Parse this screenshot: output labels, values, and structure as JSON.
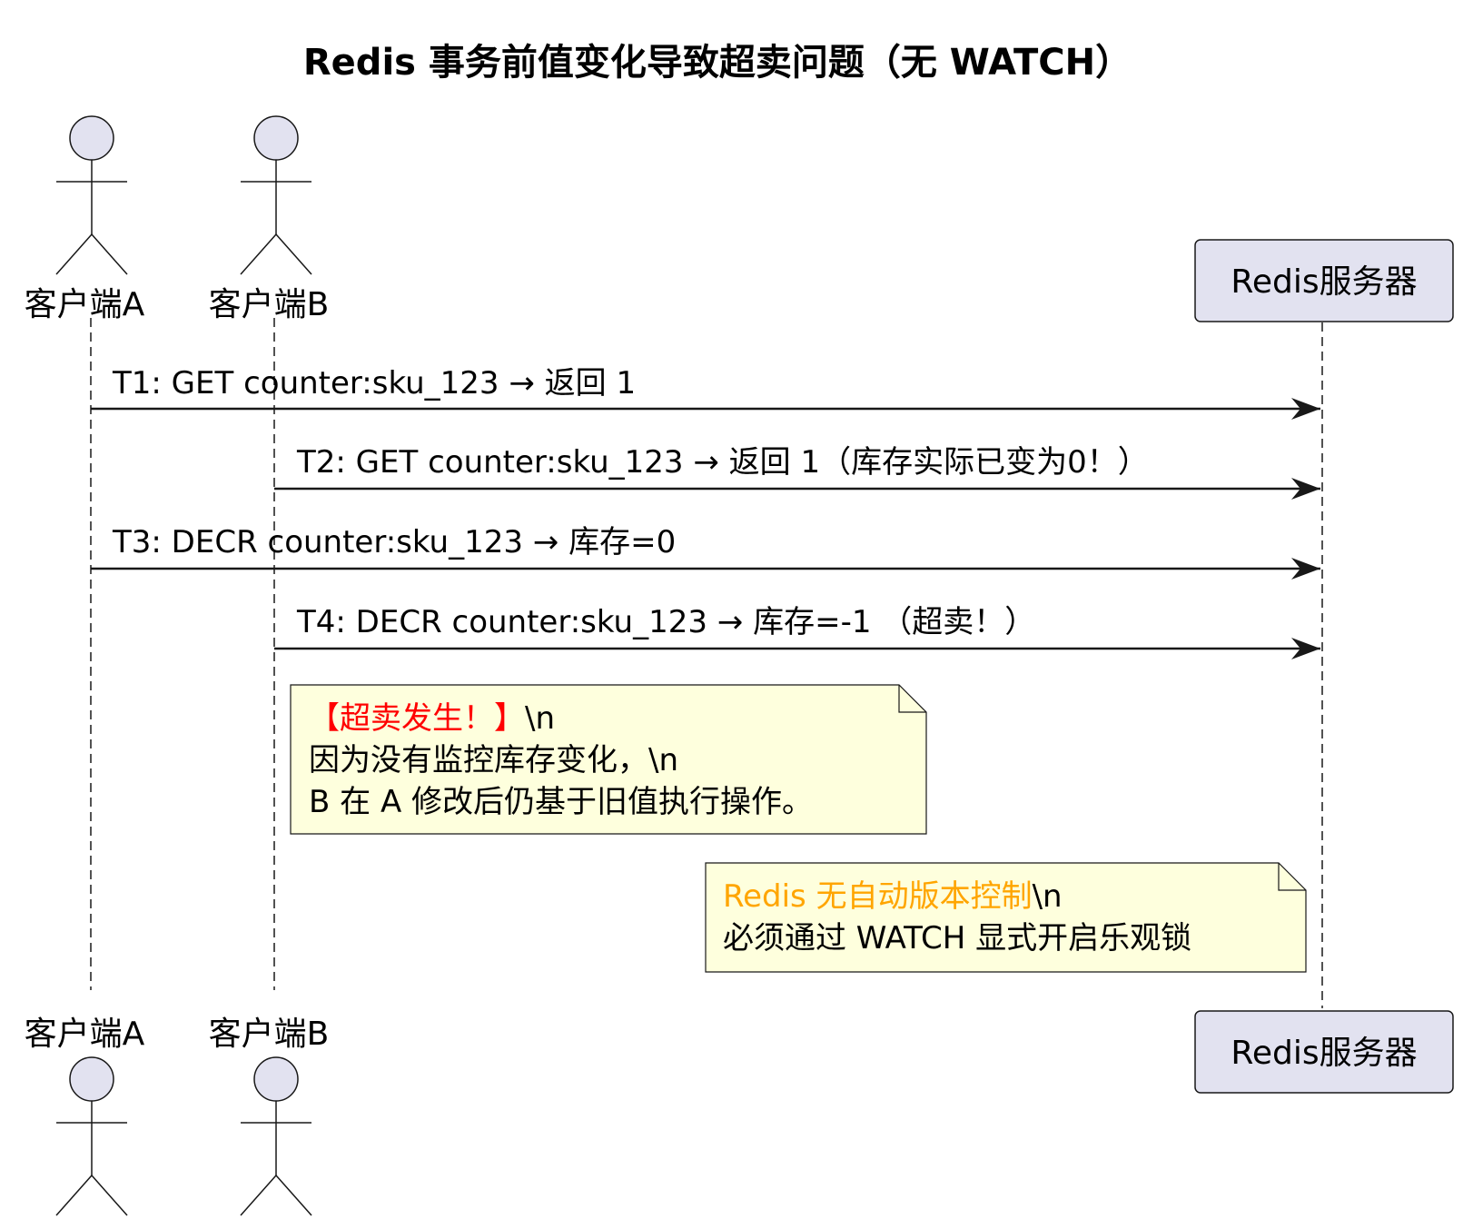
{
  "title": "Redis 事务前值变化导致超卖问题（无 WATCH）",
  "colors": {
    "actor_fill": "#E2E2F0",
    "participant_fill": "#E2E2F0",
    "note_fill": "#FEFFDD",
    "line": "#181818",
    "red": "#FF0000",
    "orange": "#FFA500"
  },
  "participants": {
    "client_a": "客户端A",
    "client_b": "客户端B",
    "redis": "Redis服务器"
  },
  "messages": [
    {
      "label": "T1: GET counter:sku_123 → 返回 1"
    },
    {
      "label": "T2: GET counter:sku_123 → 返回 1（库存实际已变为0！）"
    },
    {
      "label": "T3: DECR counter:sku_123 → 库存=0"
    },
    {
      "label": "T4: DECR counter:sku_123 → 库存=-1 （超卖！）"
    }
  ],
  "note1": {
    "highlight": "【超卖发生！】",
    "line1_tail": "\\n",
    "line2": "因为没有监控库存变化，\\n",
    "line3": "B 在 A 修改后仍基于旧值执行操作。"
  },
  "note2": {
    "highlight": "Redis 无自动版本控制",
    "line1_tail": "\\n",
    "line2": "必须通过 WATCH 显式开启乐观锁"
  }
}
